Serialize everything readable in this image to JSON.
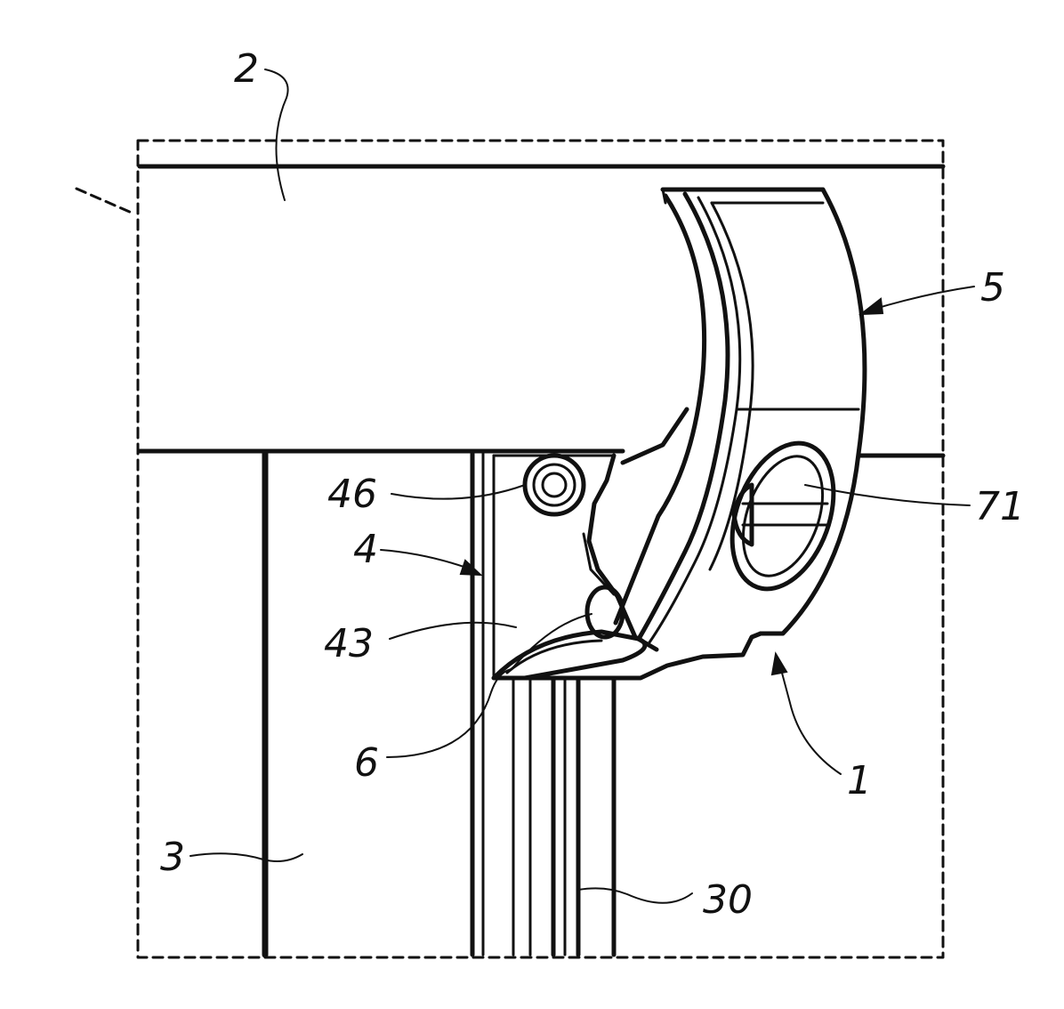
{
  "figure": {
    "labels": {
      "l2": "2",
      "l5": "5",
      "l46": "46",
      "l71": "71",
      "l4": "4",
      "l43": "43",
      "l6": "6",
      "l1": "1",
      "l3": "3",
      "l30": "30"
    },
    "colors": {
      "ink": "#111111",
      "paper": "#ffffff"
    }
  }
}
